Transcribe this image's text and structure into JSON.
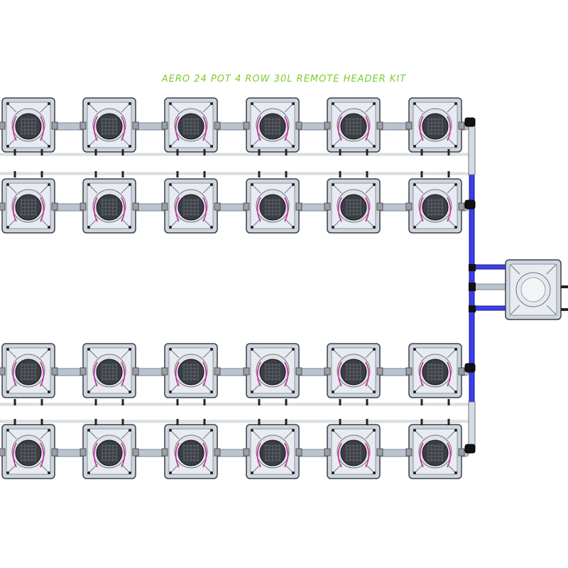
{
  "diagram": {
    "title": "AERO 24 POT 4 ROW 30L REMOTE HEADER KIT",
    "rows": 4,
    "pots_per_row": 6,
    "colors": {
      "title": "#7ccc2e",
      "pot_body": "#cfd5de",
      "pot_outline": "#3a3f47",
      "pot_rim": "#e8ecf1",
      "net_pot": "#3b3f45",
      "pipe": "#b9c4cf",
      "supply_line": "#3a3df0",
      "drip_line": "#cc2aa0"
    },
    "components": {
      "pots": "grow-pot",
      "header_tank": "remote-header-tank",
      "supply": "blue-supply-line",
      "pipes": "connection-pipe"
    }
  }
}
